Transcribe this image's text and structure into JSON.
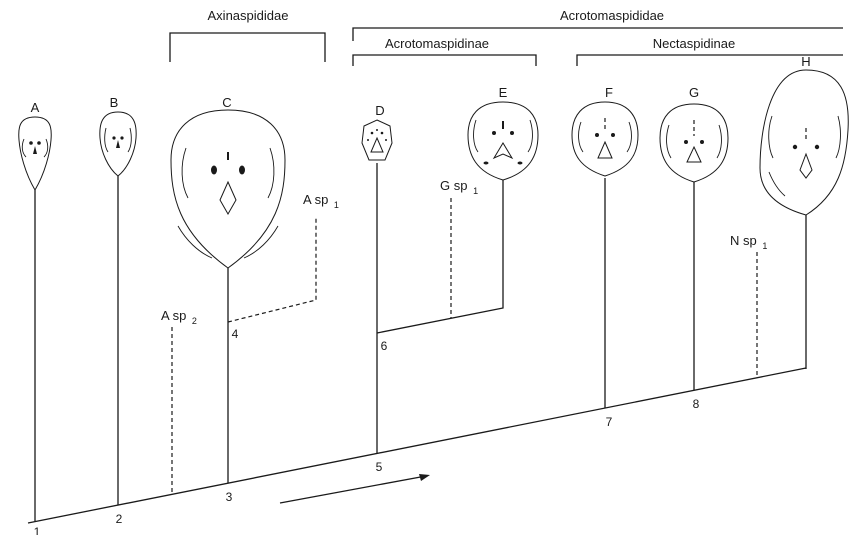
{
  "groups": {
    "axinaspididae": "Axinaspididae",
    "acrotomaspididae": "Acrotomaspididae",
    "acrotomaspidinae": "Acrotomaspidinae",
    "nectaspidinae": "Nectaspidinae"
  },
  "taxa": [
    "A",
    "B",
    "C",
    "D",
    "E",
    "F",
    "G",
    "H"
  ],
  "nodes": [
    "1",
    "2",
    "3",
    "4",
    "5",
    "6",
    "7",
    "8"
  ],
  "hypothetical": [
    {
      "base": "A sp",
      "sub": "1"
    },
    {
      "base": "A sp",
      "sub": "2"
    },
    {
      "base": "G sp",
      "sub": "1"
    },
    {
      "base": "N sp",
      "sub": "1"
    }
  ],
  "colors": {
    "ink": "#1a1a1a",
    "paper": "#ffffff"
  }
}
